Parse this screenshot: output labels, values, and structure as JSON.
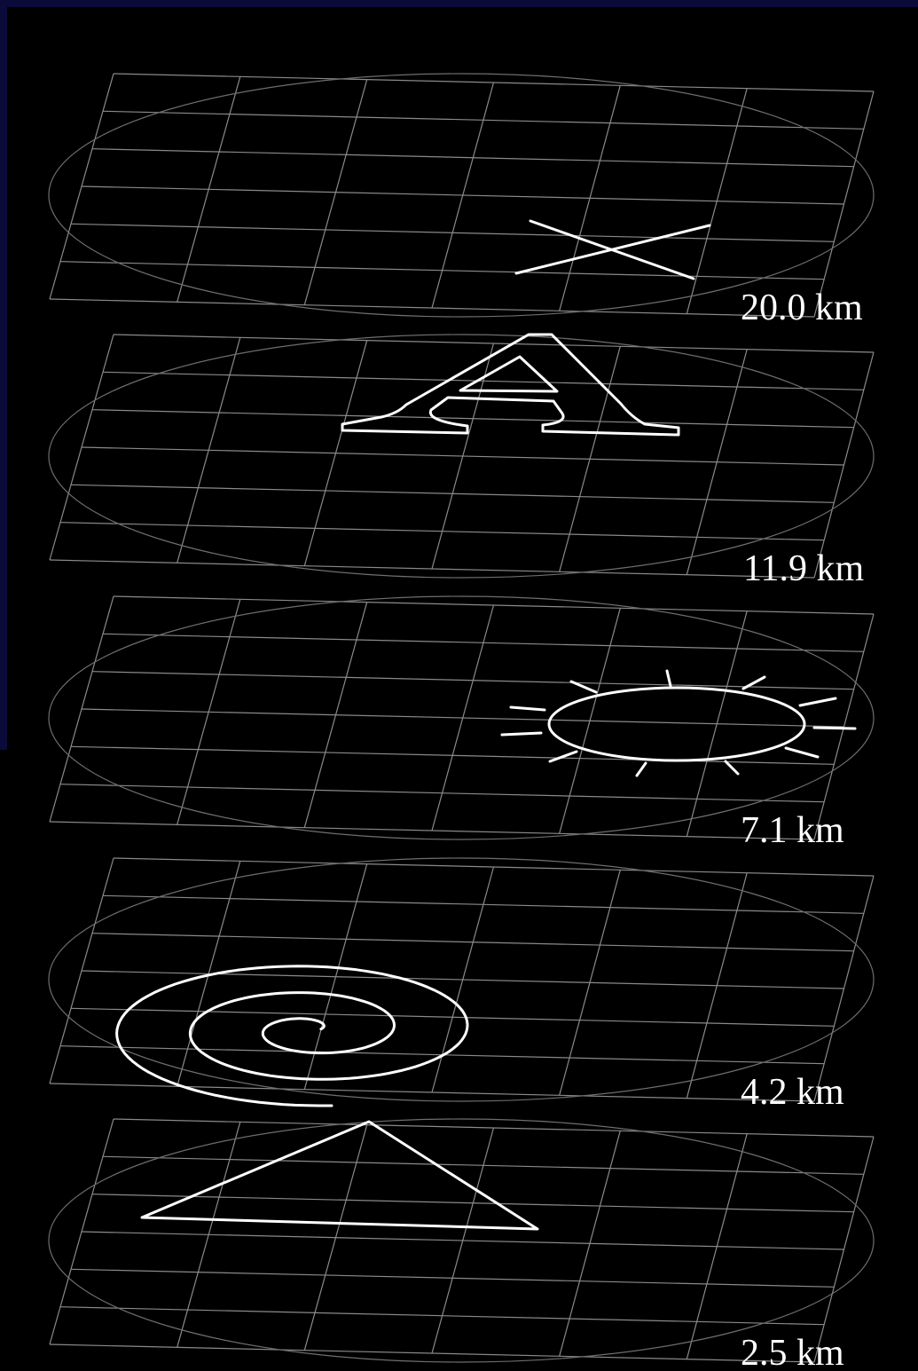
{
  "layers": [
    {
      "altitude_label": "20.0 km",
      "symbol": "cross"
    },
    {
      "altitude_label": "11.9 km",
      "symbol": "letter-a"
    },
    {
      "altitude_label": "7.1 km",
      "symbol": "sun"
    },
    {
      "altitude_label": "4.2 km",
      "symbol": "spiral"
    },
    {
      "altitude_label": "2.5 km",
      "symbol": "triangle"
    }
  ],
  "colors": {
    "background": "#000000",
    "grid": "#8a8a8a",
    "glyph": "#ffffff"
  }
}
